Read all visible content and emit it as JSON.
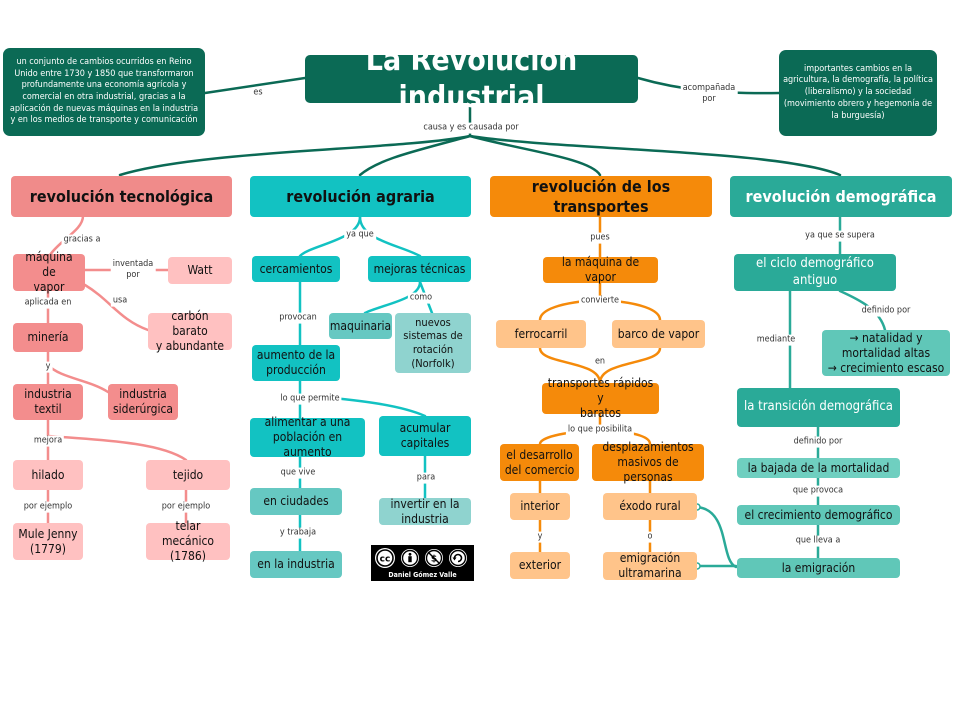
{
  "title": "La Revolución industrial",
  "definition": "un conjunto de cambios ocurridos en Reino Unido entre 1730 y 1850 que transformaron profundamente una economía agrícola y comercial en otra industrial, gracias a la aplicación de nuevas máquinas en la industria y en los medios de transporte y comunicación",
  "accompanied": "importantes cambios en la agricultura, la demografía, la política (liberalismo) y la sociedad (movimiento obrero y hegemonía de la burguesía)",
  "links": {
    "es": "es",
    "acompanada": "acompañada\npor",
    "causa": "causa y es causada por",
    "gracias": "gracias a",
    "inventada": "inventada\npor",
    "usa": "usa",
    "aplicada": "aplicada en",
    "y1": "y",
    "mejora": "mejora",
    "ejemplo1": "por ejemplo",
    "ejemplo2": "por ejemplo",
    "yaque": "ya que",
    "como": "como",
    "provocan": "provocan",
    "permite": "lo que permite",
    "vive": "que vive",
    "trabaja": "y trabaja",
    "para": "para",
    "pues": "pues",
    "convierte": "convierte",
    "en": "en",
    "posibilita": "lo que posibilita",
    "y2": "y",
    "o": "o",
    "supera": "ya que se supera",
    "definido1": "definido por",
    "mediante": "mediante",
    "definido2": "definido por",
    "provoca": "que provoca",
    "lleva": "que lleva a"
  },
  "tec": {
    "header": "revolución tecnológica",
    "maquina": "máquina de\nvapor",
    "watt": "Watt",
    "carbon": "carbón barato\ny abundante",
    "mineria": "minería",
    "textil": "industria\ntextil",
    "siderurgica": "industria\nsiderúrgica",
    "hilado": "hilado",
    "tejido": "tejido",
    "mule": "Mule Jenny\n(1779)",
    "telar": "telar mecánico\n(1786)"
  },
  "agr": {
    "header": "revolución agraria",
    "cercamientos": "cercamientos",
    "mejoras": "mejoras técnicas",
    "maquinaria": "maquinaria",
    "sistemas": "nuevos\nsistemas de\nrotación\n(Norfolk)",
    "aumento": "aumento de la\nproducción",
    "alimentar": "alimentar a una\npoblación en aumento",
    "acumular": "acumular\ncapitales",
    "ciudades": "en ciudades",
    "invertir": "invertir en la\nindustria",
    "industria": "en la industria"
  },
  "tra": {
    "header": "revolución de los transportes",
    "maquina": "la máquina de vapor",
    "ferrocarril": "ferrocarril",
    "barco": "barco de vapor",
    "rapidos": "transportes rápidos y\nbaratos",
    "comercio": "el desarrollo\ndel comercio",
    "desplazamientos": "desplazamientos\nmasivos de personas",
    "interior": "interior",
    "exodo": "éxodo rural",
    "exterior": "exterior",
    "emigracion": "emigración\nultramarina"
  },
  "dem": {
    "header": "revolución demográfica",
    "ciclo": "el ciclo demográfico antiguo",
    "natalidad": "→ natalidad y\nmortalidad altas\n→ crecimiento escaso",
    "transicion": "la transición demográfica",
    "bajada": "la bajada de la mortalidad",
    "crecimiento": "el crecimiento demográfico",
    "emigracion": "la emigración"
  },
  "license": {
    "owner": "Daniel Gómez Valle",
    "icons": [
      "creative-commons-icon",
      "attribution-icon",
      "noncommercial-icon",
      "share-alike-icon"
    ]
  },
  "colors": {
    "title": "#0b6a55",
    "pink": "#f08b8a",
    "cyan": "#12c2c2",
    "orange": "#f58a0a",
    "teal": "#2aaa98"
  }
}
